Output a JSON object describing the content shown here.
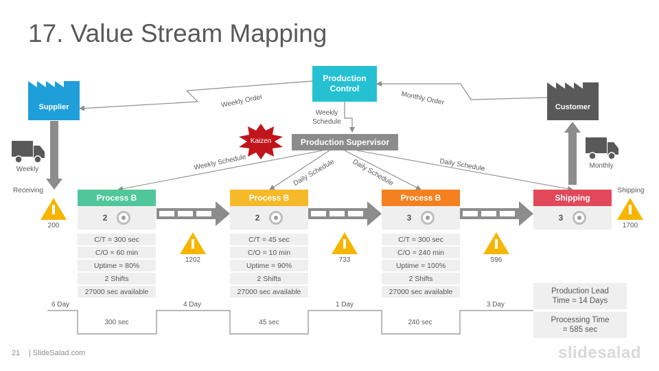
{
  "title": "17. Value Stream Mapping",
  "production_control": {
    "line1": "Production",
    "line2": "Control"
  },
  "production_supervisor": "Production Supervisor",
  "kaizen": "Kaizen",
  "supplier": {
    "label": "Supplier",
    "transport": "Weekly",
    "receiving": "Receiving",
    "inventory": "200"
  },
  "customer": {
    "label": "Customer",
    "transport": "Monthly",
    "shipping": "Shipping",
    "inventory": "1700"
  },
  "info_flow": {
    "weekly_order": "Weekly Order",
    "monthly_order": "Monthly Order",
    "weekly_schedule_top": {
      "line1": "Weekly",
      "line2": "Schedule"
    },
    "weekly_schedule": "Weekly Schedule",
    "daily_schedule_1": "Daily Schedule",
    "daily_schedule_2": "Daily Schedule",
    "daily_schedule_3": "Daily Schedule"
  },
  "processes": [
    {
      "name": "Process B",
      "operators": "2",
      "ct": "C/T = 300 sec",
      "co": "C/O = 60 min",
      "uptime": "Uptime = 80%",
      "shifts": "2 Shifts",
      "available": "27000 sec available",
      "color": "#4fc79a"
    },
    {
      "name": "Process B",
      "operators": "2",
      "ct": "C/T = 45 sec",
      "co": "C/O = 10 min",
      "uptime": "Uptime = 90%",
      "shifts": "2 Shifts",
      "available": "27000 sec available",
      "color": "#f6b929"
    },
    {
      "name": "Process B",
      "operators": "3",
      "ct": "C/T = 300 sec",
      "co": "C/O = 240 min",
      "uptime": "Uptime = 100%",
      "shifts": "2 Shifts",
      "available": "27000 sec available",
      "color": "#f4801f"
    },
    {
      "name": "Shipping",
      "operators": "3",
      "color": "#e2485a"
    }
  ],
  "inventories": [
    "1202",
    "733",
    "596"
  ],
  "timeline": {
    "days": [
      "6 Day",
      "4 Day",
      "1 Day",
      "3 Day"
    ],
    "secs": [
      "300 sec",
      "45 sec",
      "240 sec"
    ]
  },
  "summary": {
    "lead_time": {
      "line1": "Production Lead",
      "line2": "Time = 14 Days"
    },
    "processing_time": {
      "line1": "Processing Time",
      "line2": "= 585 sec"
    }
  },
  "footer": {
    "page": "21",
    "site": "| SlideSalad.com",
    "brand": "slidesalad"
  },
  "colors": {
    "teal": "#25c1d3",
    "gray": "#8c8c8c",
    "dark": "#595959",
    "warning": "#f7b500",
    "kaizen": "#c0151b"
  }
}
